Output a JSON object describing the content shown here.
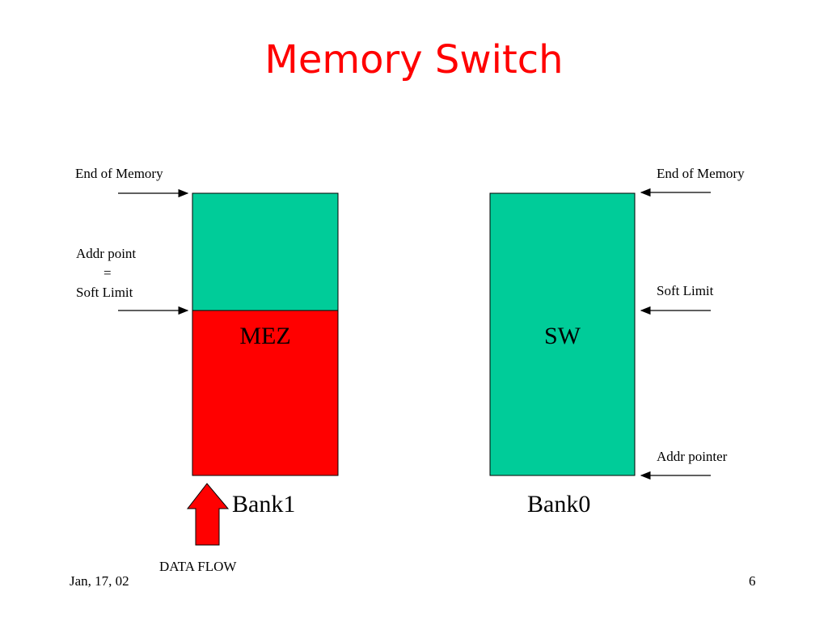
{
  "title": "Memory Switch",
  "left": {
    "end_of_memory": "End of Memory",
    "addr_point": "Addr point",
    "equals": "=",
    "soft_limit": "Soft Limit",
    "bank_name": "MEZ",
    "bank_label": "Bank1",
    "data_flow": "DATA FLOW"
  },
  "right": {
    "end_of_memory": "End of Memory",
    "soft_limit": "Soft Limit",
    "addr_pointer": "Addr pointer",
    "bank_name": "SW",
    "bank_label": "Bank0"
  },
  "footer": {
    "date": "Jan, 17, 02",
    "page_number": "6"
  },
  "colors": {
    "title": "#ff0000",
    "free_memory": "#00cc99",
    "used_memory": "#ff0000",
    "data_flow_arrow": "#ff0000"
  }
}
